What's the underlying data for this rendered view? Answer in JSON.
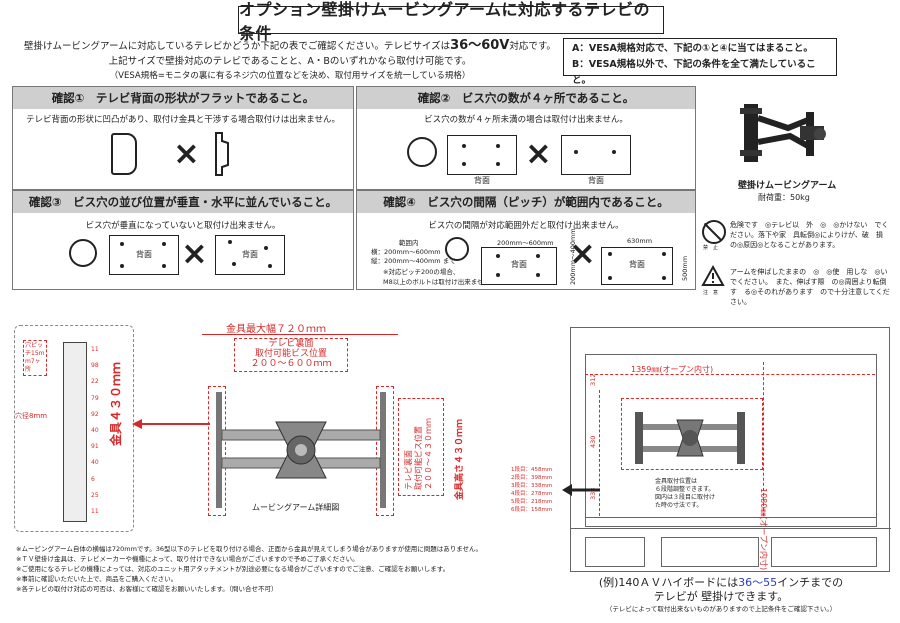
{
  "title": "オプション壁掛けムービングアームに対応するテレビの条件",
  "intro": {
    "line1_a": "壁掛けムービングアームに対応しているテレビかどうか下記の表でご確認ください。テレビサイズは",
    "line1_size": "36〜60V",
    "line1_b": "対応です。",
    "line2": "上記サイズで壁掛対応のテレビであることと、A・Bのいずれかなら取付け可能です。",
    "line3": "（VESA規格=モニタの裏に有るネジ穴の位置などを決め、取付用サイズを統一している規格）"
  },
  "conditions": {
    "a": "A：VESA規格対応で、下記の①と④に当てはまること。",
    "b": "B：VESA規格以外で、下記の条件を全て満たしていること。"
  },
  "checks": [
    {
      "title": "確認①　テレビ背面の形状がフラットであること。",
      "desc": "テレビ背面の形状に凹凸があり、取付け金具と干渉する場合取付けは出来ません。"
    },
    {
      "title": "確認②　ビス穴の数が４ヶ所であること。",
      "desc": "ビス穴の数が４ヶ所未満の場合は取付け出来ません。",
      "label_ok": "背面",
      "label_ng": "背面"
    },
    {
      "title": "確認③　ビス穴の並び位置が垂直・水平に並んでいること。",
      "desc": "ビス穴が垂直になっていないと取付け出来ません。",
      "label_ok": "背面",
      "label_ng": "背面"
    },
    {
      "title": "確認④　ビス穴の間隔（ピッチ）が範囲内であること。",
      "desc": "ビス穴の間隔が対応範囲外だと取付け出来ません。",
      "range_title": "範囲内",
      "range_h": "横：200mm〜600mm",
      "range_v": "縦：200mm〜400mm まで",
      "note1": "※対応ピッチ200の場合、",
      "note2": "M8以上のボルトは取付け出来ません。",
      "dim_w": "200mm〜600mm",
      "dim_h": "200mm〜400mm",
      "label_ok": "背面",
      "label_ng": "背面",
      "dim_ng_w": "630mm",
      "dim_ng_h": "500mm"
    }
  ],
  "product": {
    "caption": "壁掛けムービングアーム",
    "weight": "耐荷重：50kg"
  },
  "warnings": [
    {
      "icon_label": "禁　止",
      "text": "危険です　◎テレビ以　外　◎　◎かけない　でください。落下や家　具転倒◎によりけが、破　損　の◎原因◎となることがあります。"
    },
    {
      "icon_label": "注　意",
      "text": "アームを伸ばしたままの　◎　◎使　用しな　◎いでください。　また、伸ばす際　の◎周囲より転倒す　る◎そのれがあります　ので十分注意してください。"
    }
  ],
  "pitch_diagram": {
    "label_pitch": "穴ピッチ15mm7ヶ所",
    "label_hole": "穴径8mm",
    "height_label": "金具４３０ｍｍ",
    "dims": [
      "11",
      "98",
      "22",
      "79",
      "92",
      "40",
      "91",
      "40",
      "6",
      "25",
      "11"
    ]
  },
  "arm_diagram": {
    "max_width": "金具最大幅７２０ｍｍ",
    "tv_back_1": "テレビ裏面",
    "tv_back_2": "取付可能ビス位置",
    "tv_back_3": "２００〜６００ｍｍ",
    "vertical_1": "テレビ裏面",
    "vertical_2": "取付可能ビス位置",
    "vertical_3": "２００〜４３０ｍｍ",
    "height": "金具高さ４３０ｍｍ",
    "caption": "ムービングアーム詳細図"
  },
  "board_diagram": {
    "width_label": "1359㎜(オープン内寸)",
    "height_label": "1080㎜(オープン内寸)",
    "dim_312": "312",
    "dim_430": "430",
    "dim_338": "338",
    "steps": [
      "1段目：458mm",
      "2段目：398mm",
      "3段目：338mm",
      "4段目：278mm",
      "5段目：218mm",
      "6段目：158mm"
    ],
    "adjust_note": [
      "金具取付位置は",
      "６段階調整できます。",
      "図内は３段目に取付け",
      "た時の寸法です。"
    ]
  },
  "footnotes": [
    "※ムービングアーム自体の横幅は720mmです。36型以下のテレビを取り付ける場合、正面から金具が見えてしまう場合がありますが使用に問題はありません。",
    "※ＴＶ壁掛け金具は、テレビメーカーや機種によって、取り付けできない場合がございますので予めご了承ください。",
    "※ご使用になるテレビの機種によっては、対応のユニット用アタッチメントが別途必要になる場合がございますのでご注意、ご確認をお願いします。",
    "※事前に確認いただいた上で、商品をご購入ください。",
    "※各テレビの取付け対応の可否は、お客様にて確認をお願いいたします。（問い合せ不可）"
  ],
  "example": {
    "line1_a": "(例)140ＡＶハイボードには",
    "line1_size": "36〜55",
    "line1_b": "インチまでの",
    "line2": "テレビが 壁掛けできます。",
    "line3": "（テレビによって取付出来ないものがありますので上記条件をご確認下さい。）"
  },
  "colors": {
    "red": "#d62a2a",
    "header_gray": "#cfcfcf",
    "blue_text": "#2a3ec0"
  }
}
